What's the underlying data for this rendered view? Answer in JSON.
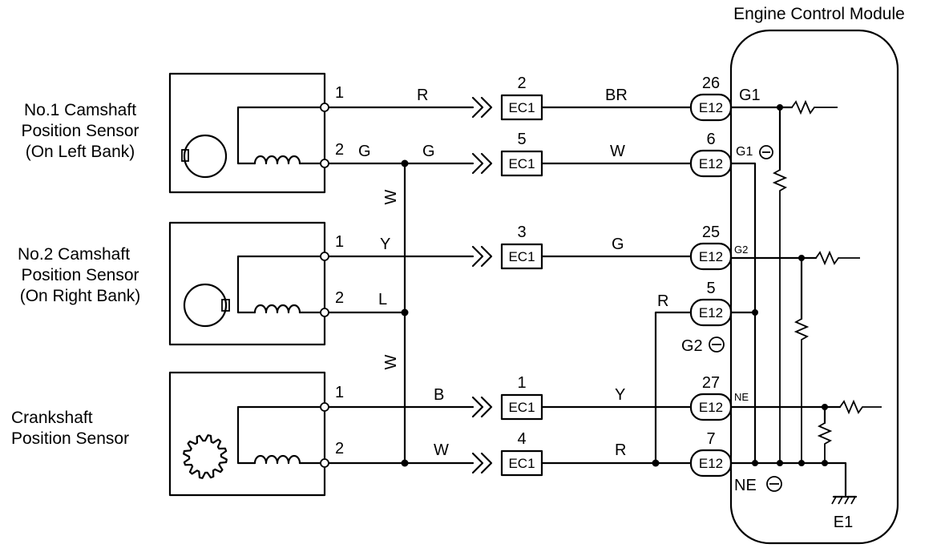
{
  "ecm": {
    "title": "Engine Control Module",
    "ground_label": "E1"
  },
  "sensors": [
    {
      "line1": "No.1 Camshaft",
      "line2": "Position Sensor",
      "line3": "(On Left Bank)"
    },
    {
      "line1": "No.2 Camshaft",
      "line2": "Position Sensor",
      "line3": "(On Right Bank)"
    },
    {
      "line1": "Crankshaft",
      "line2": "Position Sensor"
    }
  ],
  "pins": {
    "p1": "1",
    "p2": "2"
  },
  "wires": {
    "cam1_pin2_color": "G",
    "vertical_color": "W",
    "circuits": [
      {
        "left_color": "R",
        "ec1_pin": "2",
        "ec1": "EC1",
        "right_color": "BR",
        "e12_pin": "26",
        "e12": "E12",
        "ecm_label": "G1"
      },
      {
        "left_color": "G",
        "ec1_pin": "5",
        "ec1": "EC1",
        "right_color": "W",
        "e12_pin": "6",
        "e12": "E12",
        "ecm_label": "G1"
      },
      {
        "left_color": "Y",
        "ec1_pin": "3",
        "ec1": "EC1",
        "right_color": "G",
        "e12_pin": "25",
        "e12": "E12",
        "ecm_label": "G2"
      },
      {
        "left_color": "L"
      },
      {
        "left_color": "B",
        "ec1_pin": "1",
        "ec1": "EC1",
        "right_color": "Y",
        "e12_pin": "27",
        "e12": "E12",
        "ecm_label": "NE"
      },
      {
        "left_color": "W",
        "ec1_pin": "4",
        "ec1": "EC1",
        "right_color": "R",
        "e12_pin": "7",
        "e12": "E12",
        "ecm_label": "NE"
      }
    ],
    "g2neg": {
      "color": "R",
      "e12_pin": "5",
      "e12": "E12",
      "ecm_label": "G2"
    }
  }
}
